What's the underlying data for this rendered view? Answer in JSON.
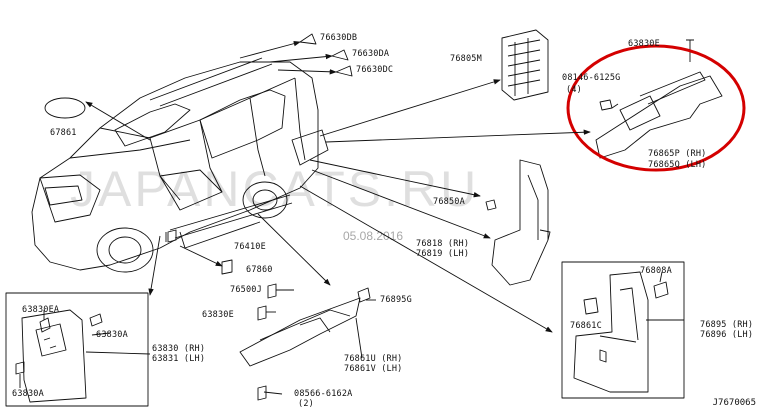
{
  "diagram": {
    "watermark": "JAPANCATS.RU",
    "date": "05.08.2016",
    "code": "J7670065",
    "parts": {
      "p76630DB": "76630DB",
      "p76630DA": "76630DA",
      "p76630DC": "76630DC",
      "p76805M": "76805M",
      "p67861": "67861",
      "p08146": "08146-6125G",
      "p08146q": "(4)",
      "p63830E_top": "63830E",
      "p76865P": "76865P (RH)",
      "p76865Q": "76865Q (LH)",
      "p76850A": "76850A",
      "p76818": "76818 (RH)",
      "p76819": "76819 (LH)",
      "p76410E": "76410E",
      "p67860": "67860",
      "p76500J": "76500J",
      "p76895G": "76895G",
      "p63830E": "63830E",
      "p76861U": "76861U (RH)",
      "p76861V": "76861V (LH)",
      "p08566": "08566-6162A",
      "p08566q": "(2)",
      "p63830EA": "63830EA",
      "p63830A_a": "63830A",
      "p63830": "63830 (RH)",
      "p63831": "63831 (LH)",
      "p63830A_b": "63830A",
      "p76808A": "76808A",
      "p76861C": "76861C",
      "p76895": "76895 (RH)",
      "p76896": "76896 (LH)"
    }
  }
}
